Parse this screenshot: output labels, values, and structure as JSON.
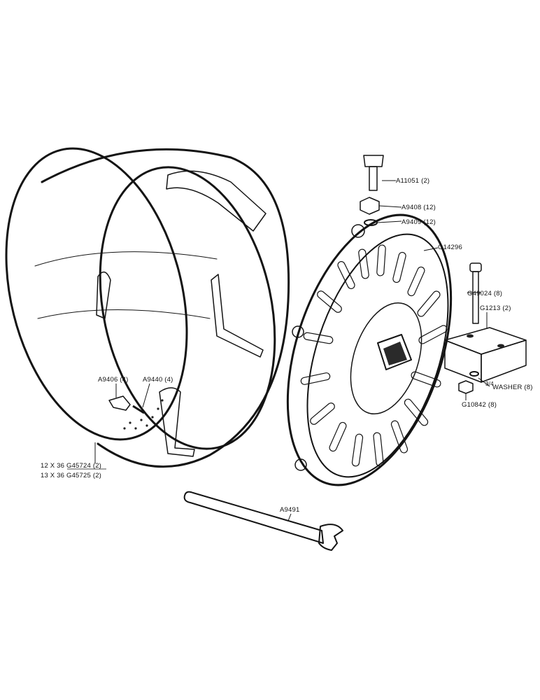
{
  "diagram": {
    "labels": {
      "rim_12x36": "12 X 36 G45724 (2)",
      "rim_13x36": "13 X 36 G45725 (2)",
      "clamp": "A9406 (4)",
      "clamp_bolt": "A9440 (4)",
      "bolt": "A11051 (2)",
      "nut": "A9408 (12)",
      "lock_washer": "A9409 (12)",
      "wheel_weight": "G14296",
      "long_bolt": "G49024 (8)",
      "block_weight": "G1213 (2)",
      "washer": "WASHER (8)",
      "washer_size": "3/4",
      "block_nut": "G10842 (8)",
      "wrench": "A9491"
    },
    "icons": {
      "rim": "wheel-rim-icon",
      "weight": "cast-wheel-weight-icon",
      "block": "block-weight-icon",
      "wrench": "open-end-wrench-icon"
    }
  }
}
